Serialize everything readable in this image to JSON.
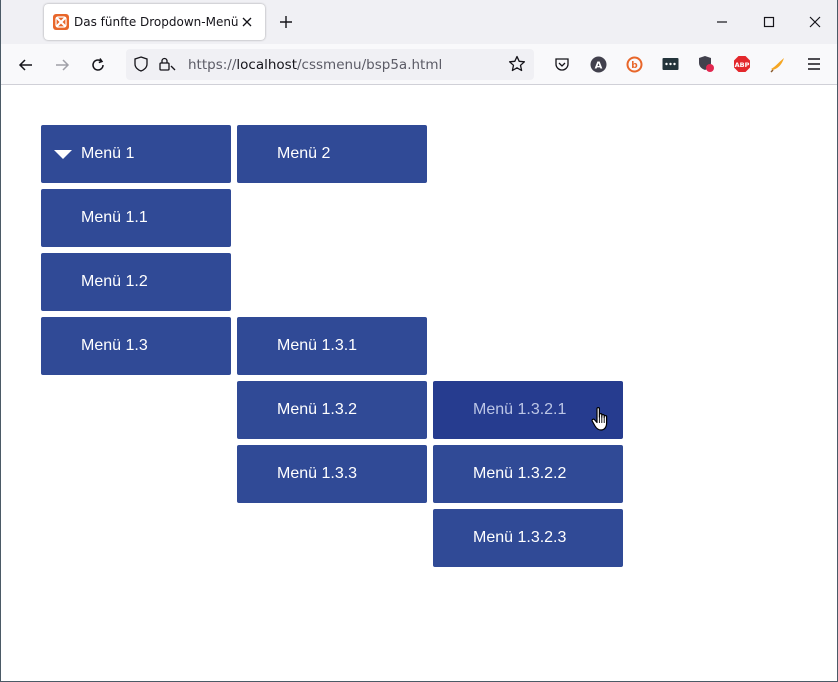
{
  "browser": {
    "tab": {
      "title": "Das fünfte Dropdown-Menü",
      "favicon": "xampp-icon"
    },
    "url": {
      "prefix": "https://",
      "host": "localhost",
      "path": "/cssmenu/bsp5a.html"
    },
    "extensions": [
      "pocket-icon",
      "a-avatar-icon",
      "b-extension-icon",
      "password-icon",
      "privacy-badger-icon",
      "adblock-plus-icon",
      "bird-icon"
    ]
  },
  "menu": {
    "m1": "Menü 1",
    "m2": "Menü 2",
    "m1_1": "Menü 1.1",
    "m1_2": "Menü 1.2",
    "m1_3": "Menü 1.3",
    "m1_3_1": "Menü 1.3.1",
    "m1_3_2": "Menü 1.3.2",
    "m1_3_3": "Menü 1.3.3",
    "m1_3_2_1": "Menü 1.3.2.1",
    "m1_3_2_2": "Menü 1.3.2.2",
    "m1_3_2_3": "Menü 1.3.2.3"
  },
  "colors": {
    "menu_bg": "#304a96",
    "menu_hover_bg": "#263c8f",
    "menu_text": "#ffffff",
    "menu_hover_text": "#bcc6e6"
  }
}
